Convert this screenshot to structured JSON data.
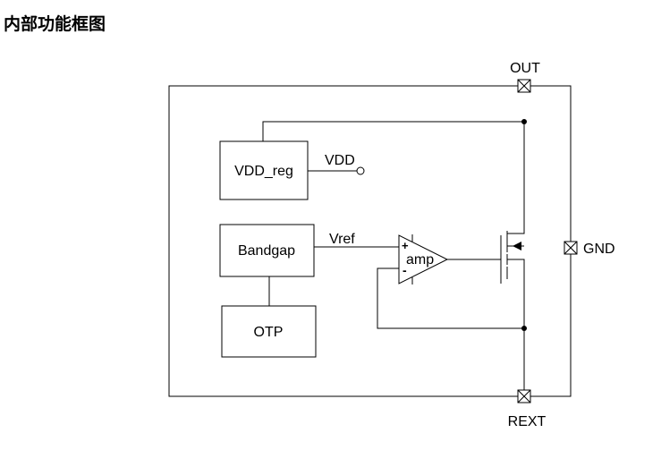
{
  "title": "内部功能框图",
  "blocks": {
    "vdd_reg": "VDD_reg",
    "bandgap": "Bandgap",
    "otp": "OTP"
  },
  "amp": {
    "label": "amp",
    "plus": "+",
    "minus": "-"
  },
  "nets": {
    "vdd": "VDD",
    "vref": "Vref"
  },
  "pins": {
    "out": "OUT",
    "gnd": "GND",
    "rext": "REXT"
  }
}
